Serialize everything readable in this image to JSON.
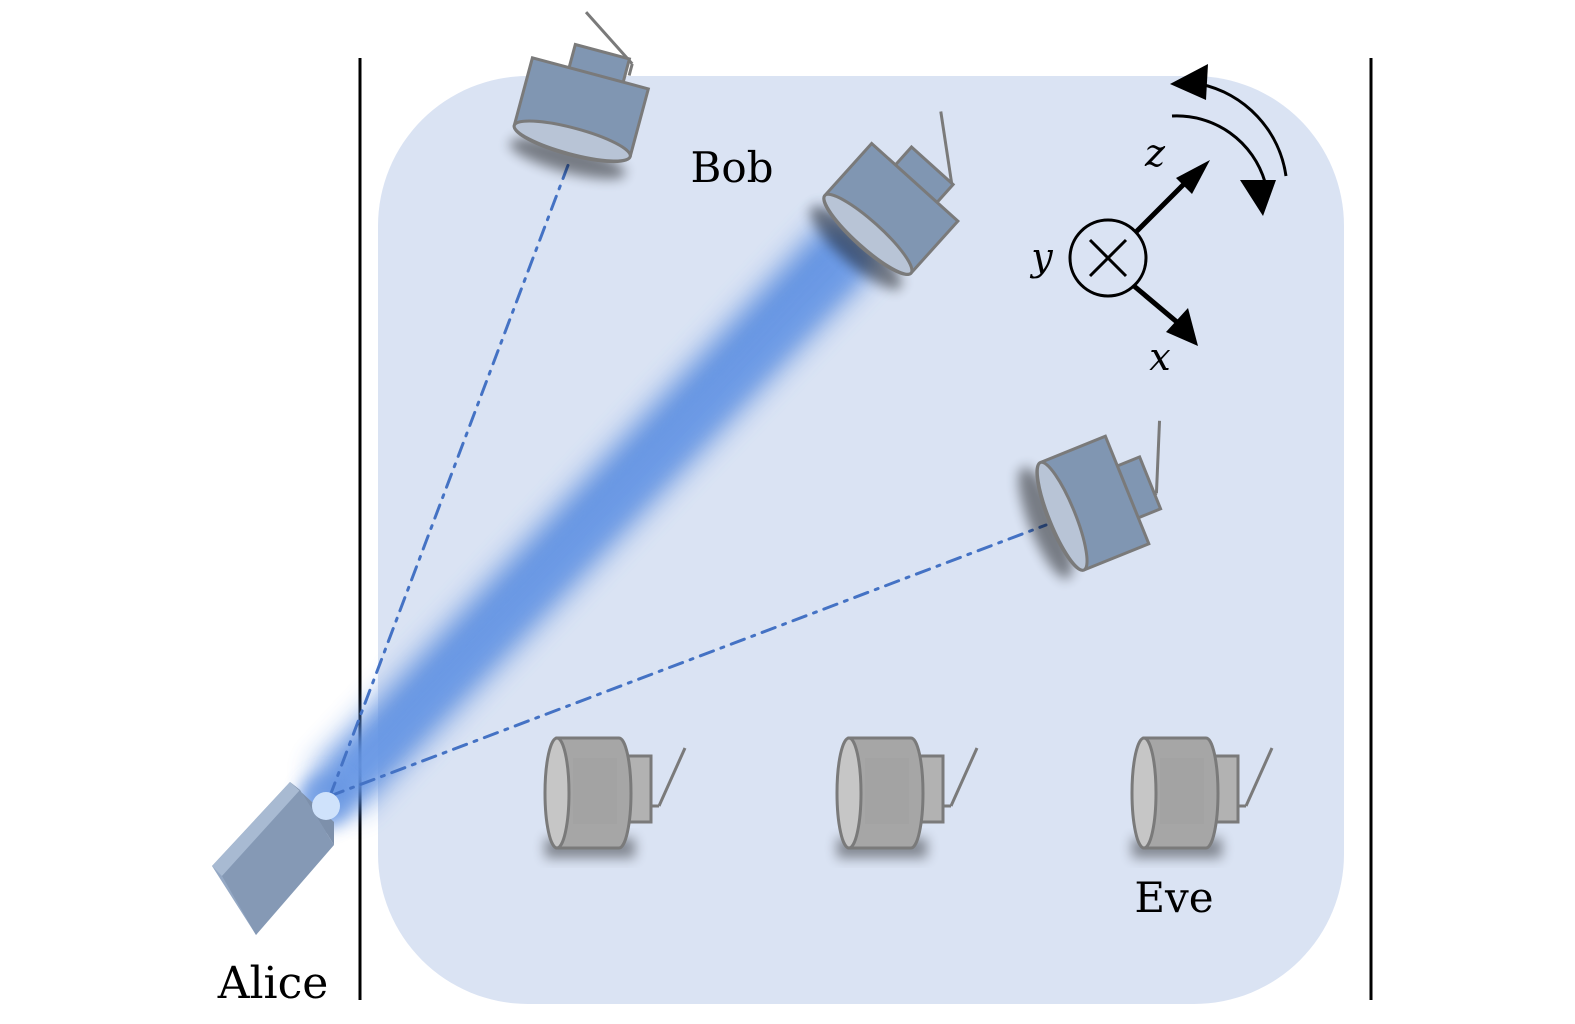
{
  "labels": {
    "alice": "Alice",
    "bob": "Bob",
    "eve": "Eve",
    "axis_x": "x",
    "axis_y": "y",
    "axis_z": "z"
  },
  "colors": {
    "region_fill": "#dae3f3",
    "beam": "#5b8ee0",
    "dashed_line": "#4472c4",
    "bob_camera": "#8096b2",
    "bob_lens": "#b8c4d6",
    "eve_camera": "#a6a6a6",
    "eve_lens": "#c6c6c6",
    "outline": "#7a7a7a",
    "alice_device": "#94a8c4",
    "boundary_line": "#000000"
  },
  "elements": {
    "bob_detectors": [
      "bob-detector-top",
      "bob-detector-main",
      "bob-detector-right"
    ],
    "eve_detectors": [
      "eve-detector-1",
      "eve-detector-2",
      "eve-detector-3"
    ],
    "coordinate_axes": [
      "x",
      "y (into page)",
      "z"
    ],
    "rotation_indicator": "double curved arrow"
  }
}
